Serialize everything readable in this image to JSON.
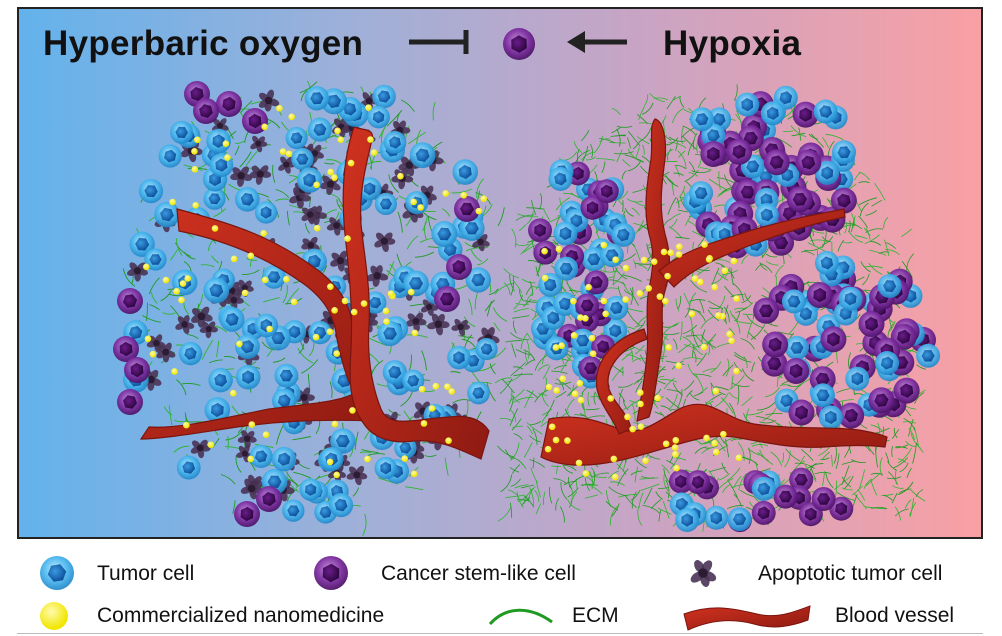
{
  "titles": {
    "left": "Hyperbaric oxygen",
    "right": "Hypoxia"
  },
  "legend": {
    "tumor_cell": "Tumor cell",
    "cancer_stem_like_cell": "Cancer stem-like cell",
    "apoptotic_tumor_cell": "Apoptotic tumor cell",
    "nanomedicine": "Commercialized nanomedicine",
    "ecm": "ECM",
    "blood_vessel": "Blood vessel"
  },
  "colors": {
    "tumor_cell": "#29a3e6",
    "cancer_stem_like_cell": "#7b2a9c",
    "apoptotic_tumor_cell": "#4a3455",
    "nanomedicine": "#f6ee1b",
    "ecm": "#1f9a22",
    "blood_vessel": "#b32318"
  }
}
